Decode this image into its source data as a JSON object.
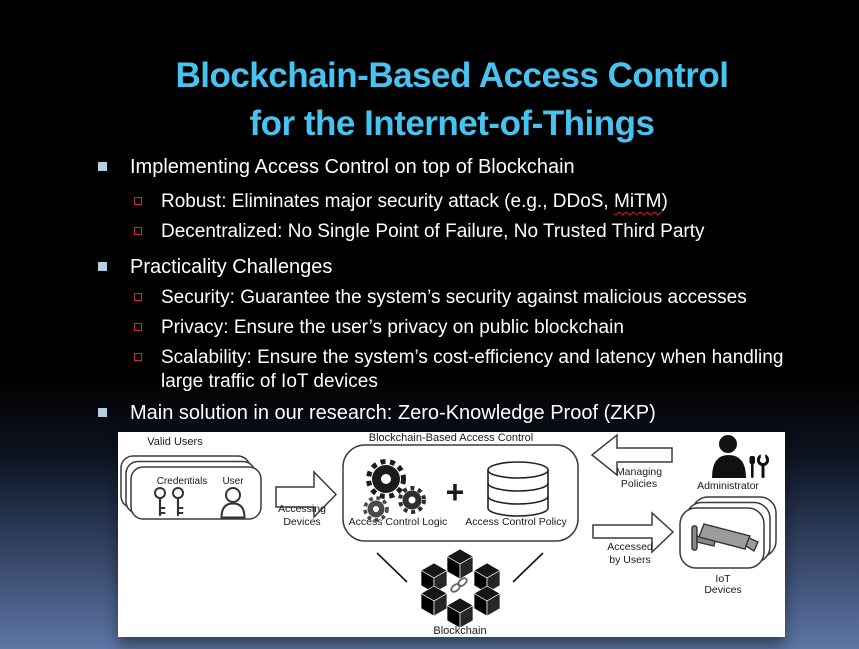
{
  "slide": {
    "title": {
      "line1": "Blockchain-Based Access Control",
      "line2": "for the Internet-of-Things"
    },
    "bullets": {
      "b1": {
        "text": "Implementing Access Control on top of Blockchain"
      },
      "b1_1": {
        "prefix": "Robust: Eliminates major security attack (e.g., DDoS, ",
        "misspelled": "MiTM",
        "suffix": ")"
      },
      "b1_2": {
        "text": "Decentralized: No Single Point of Failure, No Trusted Third Party"
      },
      "b2": {
        "text": "Practicality Challenges"
      },
      "b2_1": {
        "text": "Security: Guarantee the system’s security against malicious accesses"
      },
      "b2_2": {
        "text": "Privacy: Ensure the user’s privacy on public blockchain"
      },
      "b2_3": {
        "text": "Scalability: Ensure the system’s cost-efficiency and latency when handling large traffic of IoT devices"
      },
      "b3": {
        "text": "Main solution in our research: Zero-Knowledge Proof (ZKP)"
      }
    },
    "colors": {
      "title_accent": "#46C3F0",
      "level1_bullet": "#B7CFE6",
      "level2_bullet": "#C22A50",
      "background_top": "#000000",
      "background_bottom": "#5E77A6",
      "spellcheck_underline": "#D42222"
    }
  },
  "diagram": {
    "valid_users_label": "Valid Users",
    "credentials_label": "Credentials",
    "user_label": "User",
    "accessing_arrow": {
      "line1": "Accessing",
      "line2": "Devices"
    },
    "box_title": "Blockchain-Based Access Control",
    "access_control_logic_label": "Access Control Logic",
    "plus_sign": "+",
    "access_control_policy_label": "Access Control Policy",
    "managing_arrow": {
      "line1": "Managing",
      "line2": "Policies"
    },
    "administrator_label": "Administrator",
    "accessed_arrow": {
      "line1": "Accessed",
      "line2": "by Users"
    },
    "iot_label": {
      "line1": "IoT",
      "line2": "Devices"
    },
    "blockchain_label": "Blockchain"
  }
}
